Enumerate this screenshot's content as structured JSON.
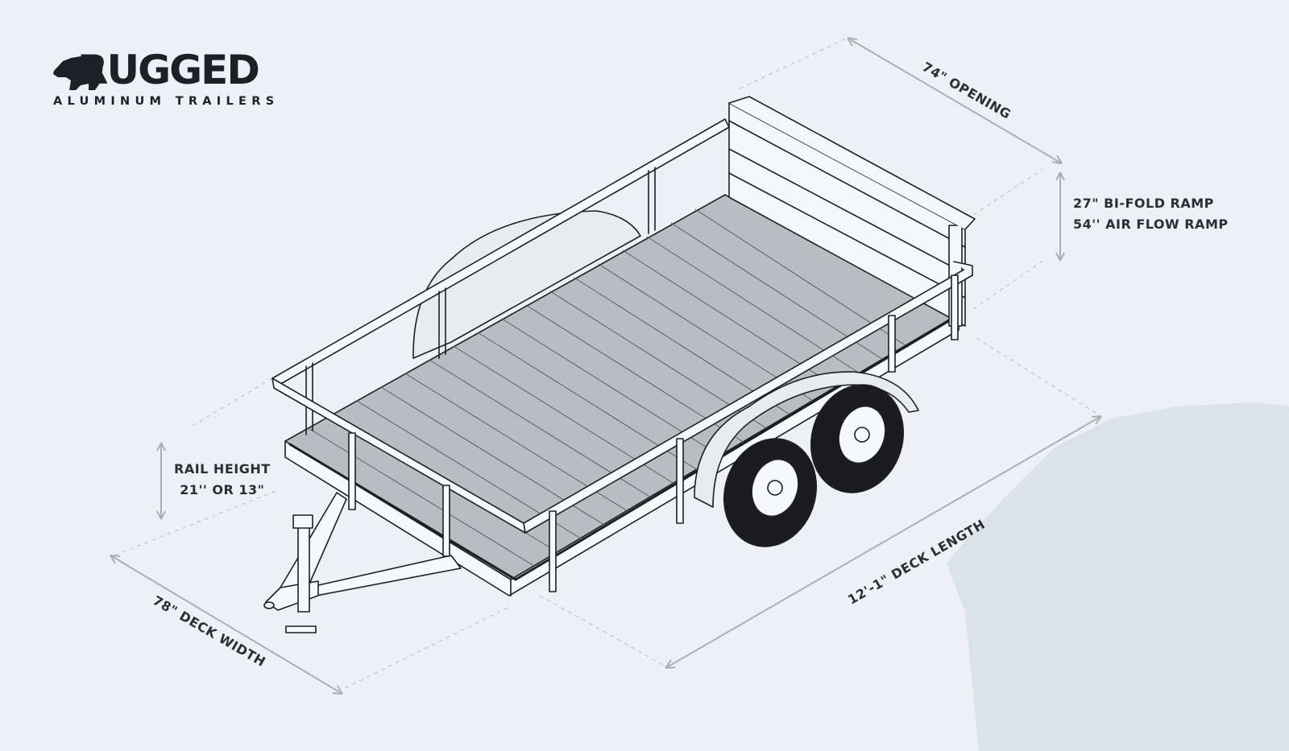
{
  "brand": {
    "name": "RUGGED",
    "tagline": "ALUMINUM TRAILERS",
    "mascot_icon": "bear-icon"
  },
  "dimensions": {
    "opening": "74\" OPENING",
    "ramp_bifold": "27\" BI-FOLD RAMP",
    "ramp_airflow": "54'' AIR FLOW RAMP",
    "rail_height_label": "RAIL HEIGHT",
    "rail_height_value": "21'' OR  13\"",
    "deck_length": "12'-1\" DECK LENGTH",
    "deck_width": "78\" DECK WIDTH"
  },
  "colors": {
    "background": "#edf1f6",
    "deck": "#b9bdc1",
    "frame": "#ffffff",
    "outline": "#1e1f22",
    "tire": "#1c1c1e",
    "dim_line": "#a9b0b6",
    "watermark": "#d9e3e8"
  }
}
